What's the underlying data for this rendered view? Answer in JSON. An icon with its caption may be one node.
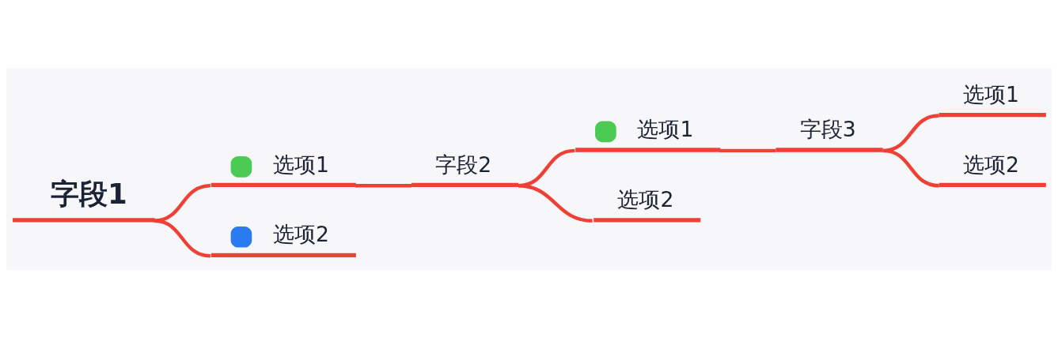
{
  "diagram": {
    "nodes": [
      {
        "text": [
          "字段1"
        ]
      },
      {
        "text": [
          "选项1"
        ]
      },
      {
        "text": [
          "字段2"
        ]
      },
      {
        "text": [
          "选项1"
        ]
      },
      {
        "text": [
          "字段3"
        ]
      },
      {
        "text": [
          "选项1"
        ]
      },
      {
        "text": [
          "选项2"
        ]
      },
      {
        "text": [
          "选项2"
        ]
      },
      {
        "text": [
          "选项2"
        ]
      }
    ],
    "edges": [
      {
        "from": 0,
        "to": 1,
        "arrow": "none"
      },
      {
        "from": 1,
        "to": 2,
        "arrow": "none"
      },
      {
        "from": 2,
        "to": 3,
        "arrow": "none"
      },
      {
        "from": 3,
        "to": 4,
        "arrow": "none"
      },
      {
        "from": 4,
        "to": 5,
        "arrow": "none"
      },
      {
        "from": 4,
        "to": 6,
        "arrow": "none"
      },
      {
        "from": 2,
        "to": 7,
        "arrow": "none"
      },
      {
        "from": 0,
        "to": 8,
        "arrow": "none"
      }
    ]
  }
}
